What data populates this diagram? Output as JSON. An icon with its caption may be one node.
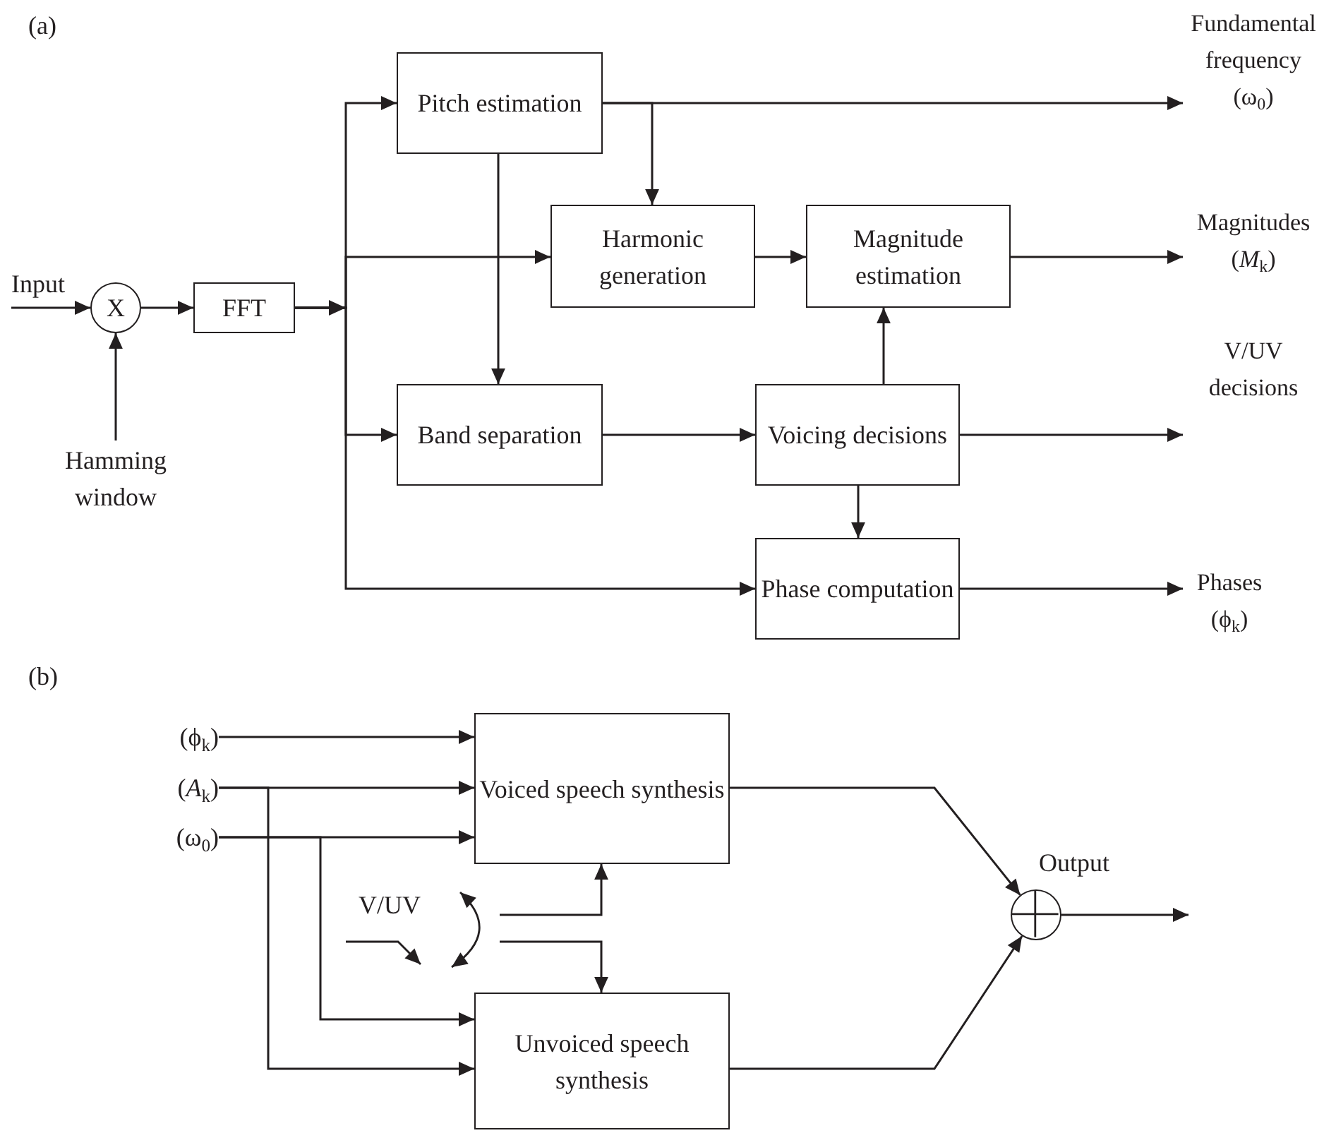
{
  "diagram": {
    "nodes": [
      {
        "text": [
          "Input"
        ]
      },
      {
        "text": [
          "X"
        ]
      },
      {
        "text": [
          "FFT"
        ]
      },
      {
        "text": [
          "Hamming window"
        ]
      },
      {
        "text": [
          "Pitch estimation"
        ]
      },
      {
        "text": [
          "Harmonic generation"
        ]
      },
      {
        "text": [
          "Magnitude estimation"
        ]
      },
      {
        "text": [
          "Band separation"
        ]
      },
      {
        "text": [
          "Voicing decisions"
        ]
      },
      {
        "text": [
          "Phase computation"
        ]
      },
      {
        "text": [
          "Fundamental frequency (ω$_{0}$)"
        ]
      },
      {
        "text": [
          "Magnitudes (*M*$_{k}$)"
        ]
      },
      {
        "text": [
          "V/UV decisions"
        ]
      },
      {
        "text": [
          "Phases (ϕ$_{k}$)"
        ]
      },
      {
        "text": [
          "(ϕ$_{k}$)"
        ]
      },
      {
        "text": [
          "(*A*$_{k}$)"
        ]
      },
      {
        "text": [
          "(ω$_{0}$)"
        ]
      },
      {
        "text": [
          "Voiced speech synthesis"
        ]
      },
      {
        "text": [
          "Unvoiced speech synthesis"
        ]
      },
      {
        "text": [],
        "shape": "circle",
        "beside": [
          "Output"
        ]
      }
    ],
    "edges": [
      {
        "from": 0,
        "to": 1,
        "arrow": "to"
      },
      {
        "from": 3,
        "to": 1,
        "arrow": "to"
      },
      {
        "from": 1,
        "to": 2,
        "arrow": "to"
      },
      {
        "from": 2,
        "to": 4,
        "arrow": "to"
      },
      {
        "from": 2,
        "to": 5,
        "arrow": "to"
      },
      {
        "from": 2,
        "to": 7,
        "arrow": "to"
      },
      {
        "from": 2,
        "to": 9,
        "arrow": "to"
      },
      {
        "from": 4,
        "to": 10,
        "arrow": "to"
      },
      {
        "from": 4,
        "to": 5,
        "arrow": "to"
      },
      {
        "from": 4,
        "to": 7,
        "arrow": "to"
      },
      {
        "from": 5,
        "to": 6,
        "arrow": "to"
      },
      {
        "from": 6,
        "to": 11,
        "arrow": "to"
      },
      {
        "from": 7,
        "to": 8,
        "arrow": "to"
      },
      {
        "from": 8,
        "to": 6,
        "arrow": "to"
      },
      {
        "from": 8,
        "to": 12,
        "arrow": "to"
      },
      {
        "from": 8,
        "to": 9,
        "arrow": "to"
      },
      {
        "from": 9,
        "to": 13,
        "arrow": "to"
      },
      {
        "from": 14,
        "to": 17,
        "arrow": "to"
      },
      {
        "from": 15,
        "to": 17,
        "arrow": "to"
      },
      {
        "from": 16,
        "to": 17,
        "arrow": "to"
      },
      {
        "from": 15,
        "to": 18,
        "arrow": "to"
      },
      {
        "from": 16,
        "to": 18,
        "arrow": "to"
      },
      {
        "from": null,
        "to": 17,
        "arrow": "to"
      },
      {
        "from": null,
        "to": 18,
        "arrow": "to"
      },
      {
        "from": 17,
        "to": 19,
        "arrow": "to"
      },
      {
        "from": 18,
        "to": 19,
        "arrow": "to"
      },
      {
        "from": 19,
        "to": null,
        "arrow": "to"
      }
    ],
    "labels": [
      "(a)",
      "(b)",
      "V/UV"
    ]
  }
}
